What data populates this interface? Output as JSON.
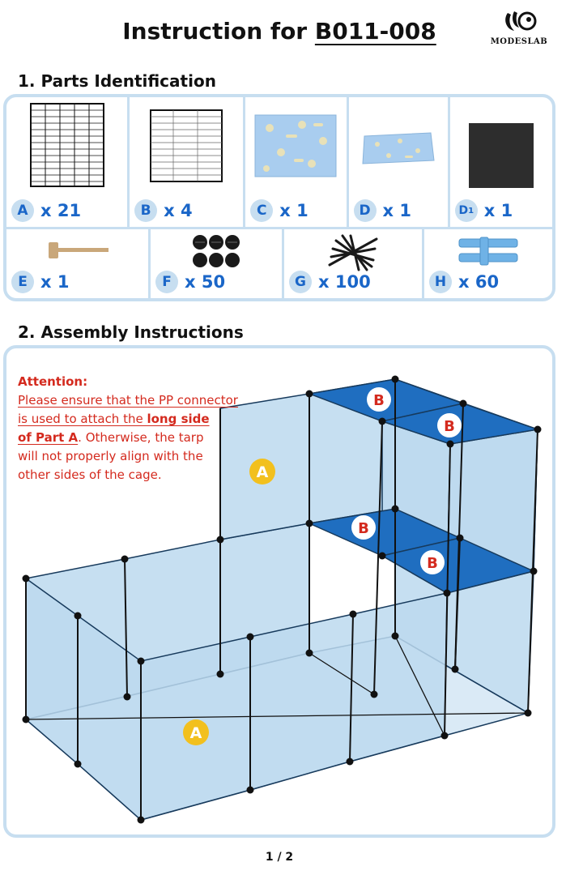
{
  "header": {
    "title_prefix": "Instruction for ",
    "model": "B011-008",
    "brand": "MODESLAB"
  },
  "parts_section": {
    "title": "1. Parts Identification",
    "parts": [
      {
        "letter": "A",
        "qty": "x 21",
        "icon": "wire-grid-panel-icon"
      },
      {
        "letter": "B",
        "qty": "x 4",
        "icon": "square-grid-panel-icon"
      },
      {
        "letter": "C",
        "qty": "x 1",
        "icon": "paw-print-mat-icon"
      },
      {
        "letter": "D",
        "qty": "x 1",
        "icon": "folded-tarp-icon"
      },
      {
        "letter": "D1",
        "qty": "x 1",
        "icon": "dark-felt-pad-icon"
      },
      {
        "letter": "E",
        "qty": "x 1",
        "icon": "mallet-icon"
      },
      {
        "letter": "F",
        "qty": "x 50",
        "icon": "connector-icon"
      },
      {
        "letter": "G",
        "qty": "x 100",
        "icon": "cable-ties-icon"
      },
      {
        "letter": "H",
        "qty": "x 60",
        "icon": "pp-connector-icon"
      }
    ]
  },
  "assembly_section": {
    "title": "2. Assembly Instructions",
    "attention": {
      "head": "Attention:",
      "line1": "Please ensure that the PP connector",
      "line2": "is used to attach the ",
      "line2_bold": "long side",
      "line3_bold": "of Part A",
      "line3_rest": ". Otherwise, the tarp",
      "line4": "will not properly align with the",
      "line5": "other sides of the cage."
    },
    "labels": {
      "a": "A",
      "b": "B"
    }
  },
  "colors": {
    "accent_blue": "#1a66c8",
    "badge_bg": "#c7def0",
    "panel_fill": "#bcd9ef",
    "shelf_fill": "#1f6ec0",
    "warning_red": "#d42a1e",
    "label_yellow": "#f2c01e"
  },
  "footer": {
    "page": "1 / 2"
  }
}
